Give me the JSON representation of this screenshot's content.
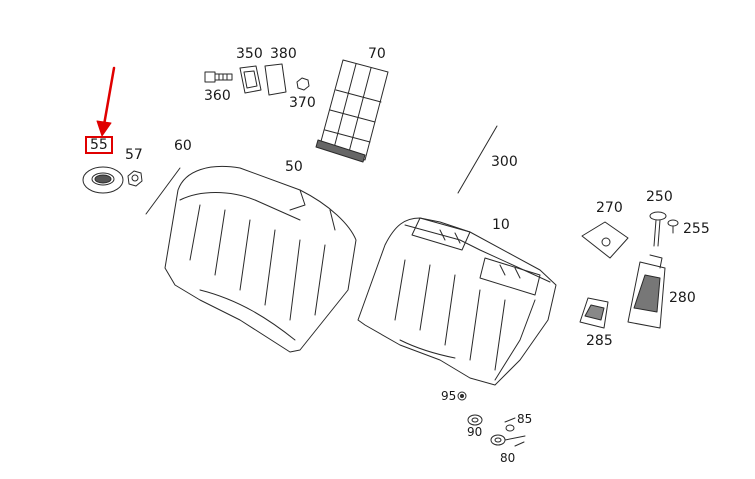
{
  "diagram": {
    "highlight_color": "#e00000",
    "parts": {
      "p55": "55",
      "p57": "57",
      "p60": "60",
      "p50": "50",
      "p350": "350",
      "p380": "380",
      "p360": "360",
      "p370": "370",
      "p70": "70",
      "p300": "300",
      "p10": "10",
      "p270": "270",
      "p250": "250",
      "p255": "255",
      "p280": "280",
      "p285": "285",
      "p95": "95",
      "p90": "90",
      "p85": "85",
      "p80": "80"
    }
  }
}
